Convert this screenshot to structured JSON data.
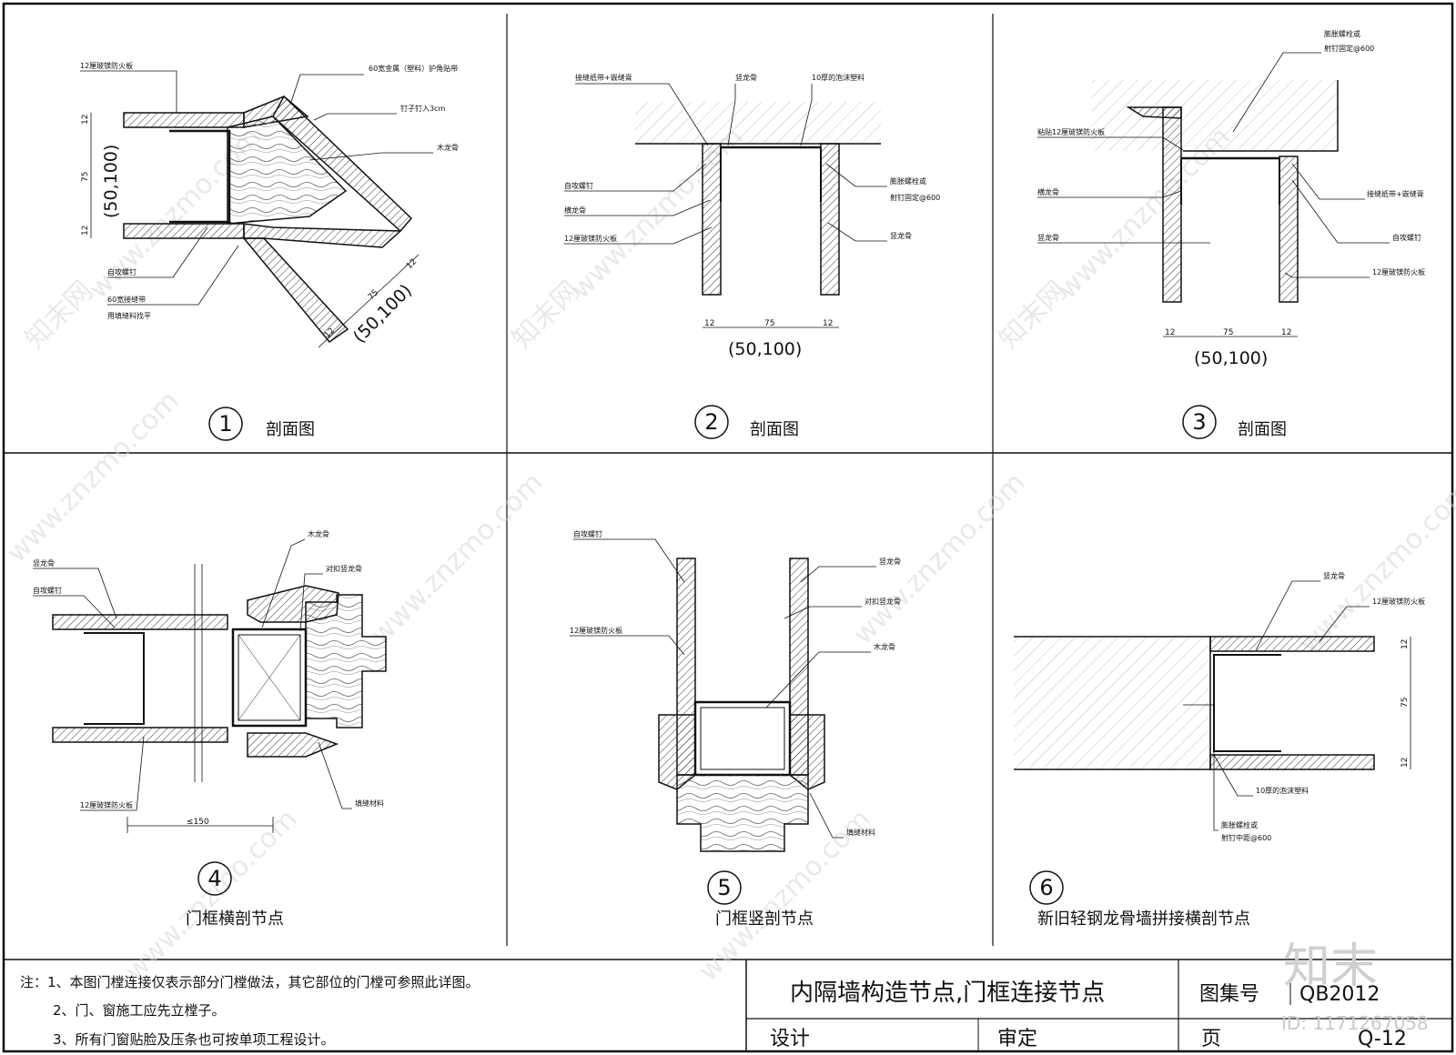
{
  "drawing": {
    "title": "内隔墙构造节点,门框连接节点",
    "atlas_label": "图集号",
    "atlas_number": "QB2012",
    "page_label": "页",
    "page_number": "Q-12",
    "design_label": "设计",
    "review_label": "审定"
  },
  "notes": [
    "注：1、本图门樘连接仅表示部分门樘做法，其它部位的门樘可参照此详图。",
    "2、门、窗施工应先立樘子。",
    "3、所有门窗贴脸及压条也可按单项工程设计。"
  ],
  "details": [
    {
      "number": "1",
      "caption": "剖面图",
      "labels": [
        "12厘玻镁防火板",
        "60宽金属（塑料）护角贴带",
        "钉子钉入3cm",
        "木龙骨",
        "自攻螺钉",
        "60宽接缝带",
        "用填缝料找平"
      ],
      "dims": [
        "12",
        "75",
        "12",
        "(50,100)",
        "75",
        "12",
        "12",
        "(50,100)"
      ]
    },
    {
      "number": "2",
      "caption": "剖面图",
      "labels": [
        "接缝纸带+嵌缝膏",
        "竖龙骨",
        "10厚的泡沫塑料",
        "自攻螺钉",
        "横龙骨",
        "12厘玻镁防火板",
        "膨胀螺栓或",
        "射钉固定@600",
        "竖龙骨"
      ],
      "dims": [
        "12",
        "75",
        "12",
        "(50,100)"
      ]
    },
    {
      "number": "3",
      "caption": "剖面图",
      "labels": [
        "膨胀螺栓或",
        "射钉固定@600",
        "粘贴12厘玻镁防火板",
        "横龙骨",
        "接缝纸带+嵌缝膏",
        "竖龙骨",
        "自攻螺钉",
        "12厘玻镁防火板"
      ],
      "dims": [
        "12",
        "75",
        "12",
        "(50,100)"
      ]
    },
    {
      "number": "4",
      "caption": "门框横剖节点",
      "labels": [
        "木龙骨",
        "竖龙骨",
        "对扣竖龙骨",
        "自攻螺钉",
        "12厘玻镁防火板",
        "填缝材料"
      ],
      "dims": [
        "≤150"
      ]
    },
    {
      "number": "5",
      "caption": "门框竖剖节点",
      "labels": [
        "自攻螺钉",
        "竖龙骨",
        "对扣竖龙骨",
        "12厘玻镁防火板",
        "木龙骨",
        "填缝材料"
      ],
      "dims": []
    },
    {
      "number": "6",
      "caption": "新旧轻钢龙骨墙拼接横剖节点",
      "labels": [
        "竖龙骨",
        "12厘玻镁防火板",
        "10厚的泡沫塑料",
        "膨胀螺栓或",
        "射钉中距@600"
      ],
      "dims": [
        "12",
        "75",
        "12"
      ]
    }
  ],
  "watermark": {
    "site": "www.znzmo.com",
    "brand": "知末",
    "cn": "知末网",
    "id": "ID: 1171267058"
  }
}
